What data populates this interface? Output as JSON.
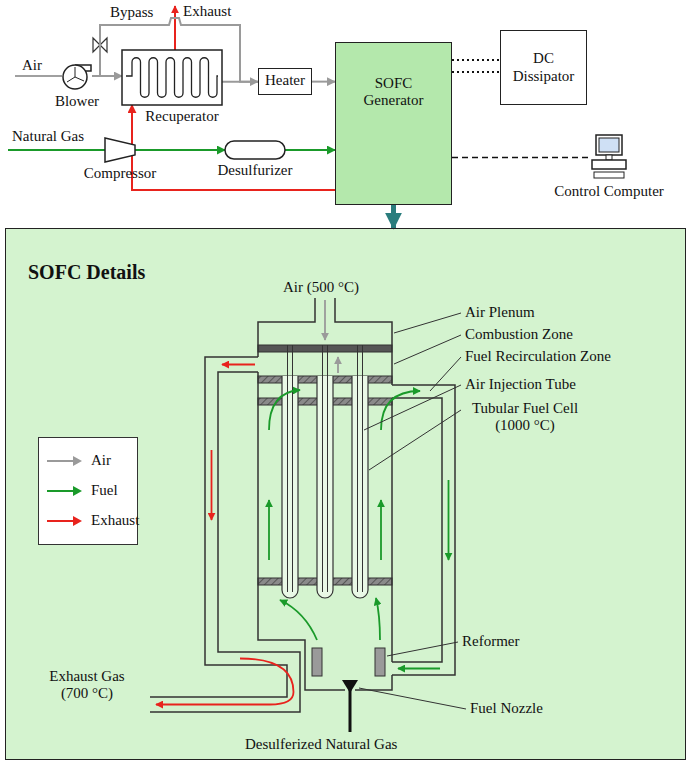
{
  "diagram": {
    "nodes": [
      {
        "text": [
          "Blower"
        ]
      },
      {
        "text": [
          "Recuperator"
        ]
      },
      {
        "text": [
          "Heater"
        ]
      },
      {
        "text": [
          "SOFC Generator"
        ]
      },
      {
        "text": [
          "DC Dissipator"
        ]
      },
      {
        "text": [
          "Compressor"
        ]
      },
      {
        "text": [
          "Desulfurizer"
        ]
      },
      {
        "text": [
          "Control Computer"
        ]
      },
      {
        "text": [
          "SOFC Details"
        ]
      }
    ],
    "edges": [
      {
        "from": 0,
        "to": 1,
        "arrow": "to"
      },
      {
        "from": 0,
        "to": 2,
        "label": "Bypass",
        "arrow": "none"
      },
      {
        "from": 1,
        "to": 2,
        "arrow": "to"
      },
      {
        "from": 2,
        "to": 3,
        "arrow": "to"
      },
      {
        "from": 3,
        "to": 1,
        "arrow": "to"
      },
      {
        "from": 5,
        "to": 6,
        "arrow": "to"
      },
      {
        "from": 6,
        "to": 3,
        "arrow": "to"
      },
      {
        "from": 3,
        "to": 4,
        "arrow": "none"
      },
      {
        "from": 3,
        "to": 7,
        "arrow": "none"
      },
      {
        "from": 3,
        "to": 8,
        "arrow": "to"
      }
    ],
    "labels": [
      "Exhaust",
      "Air",
      "Natural Gas",
      "Air (500 °C)",
      "Air Plenum",
      "Combustion Zone",
      "Fuel Recirculation Zone",
      "Air Injection Tube",
      "Tubular Fuel Cell (1000 °C)",
      "Reformer",
      "Exhaust Gas (700 °C)",
      "Fuel Nozzle",
      "Desulferized Natural Gas"
    ],
    "legend": [
      {
        "text": "Air"
      },
      {
        "text": "Fuel"
      },
      {
        "text": "Exhaust"
      }
    ]
  }
}
